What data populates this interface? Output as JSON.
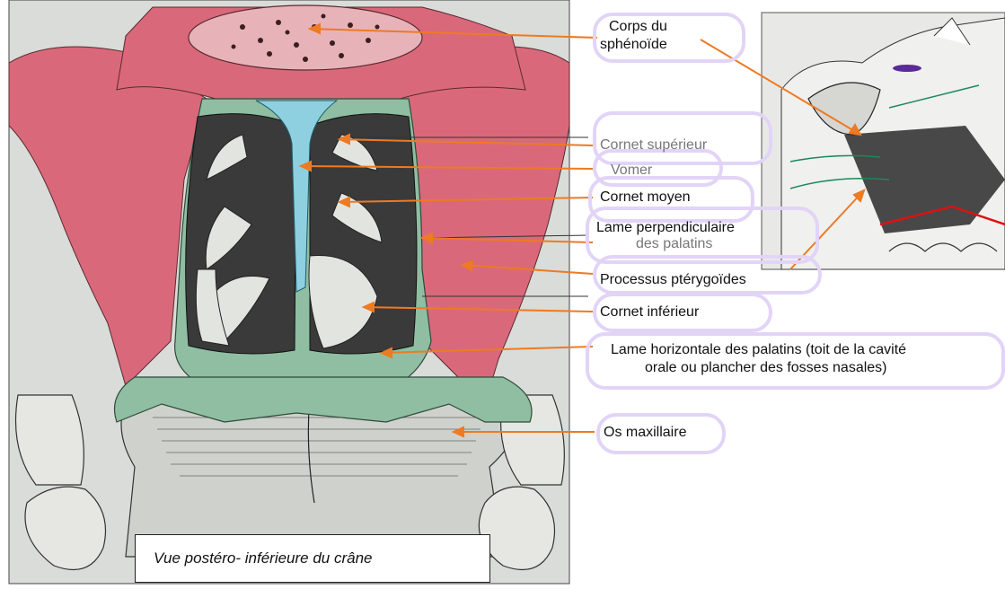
{
  "caption": "Vue postéro- inférieure du crâne",
  "labels": {
    "corps_line1": "Corps du",
    "corps_line2": "sphénoïde",
    "cornet_superieur": "Cornet supérieur",
    "vomer": "Vomer",
    "cornet_moyen": "Cornet moyen",
    "lame_perp_line1": "Lame perpendiculaire",
    "lame_perp_line2": "des palatins",
    "processus": "Processus ptérygoïdes",
    "cornet_inferieur": "Cornet inférieur",
    "lame_horiz_line1": "Lame horizontale des palatins (toit de la cavité",
    "lame_horiz_line2": "orale ou plancher des fosses nasales)",
    "os_maxillaire": "Os maxillaire"
  },
  "colors": {
    "arrow": "#ee7a22",
    "pill_border": "#e2d4f7",
    "bone_pink": "#d9697a",
    "bone_green": "#8fbea2",
    "vomer_blue": "#8ecfe0",
    "cavity_dark": "#3a3a3a",
    "paper": "#d9dcd8"
  }
}
